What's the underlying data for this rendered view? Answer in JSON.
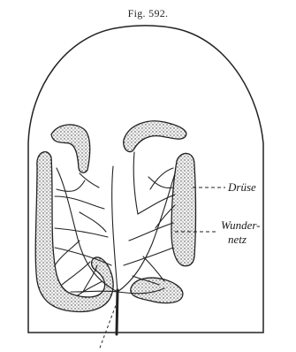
{
  "figure": {
    "title": "Fig. 592."
  },
  "labels": {
    "gland": "Drüse",
    "rete_line1": "Wunder-",
    "rete_line2": "netz"
  }
}
